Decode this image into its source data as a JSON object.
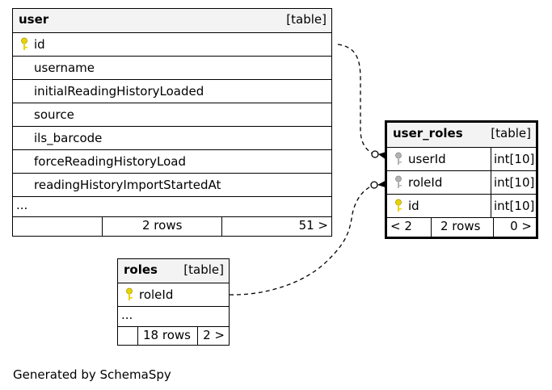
{
  "user": {
    "name": "user",
    "kind": "[table]",
    "columns": [
      "id",
      "username",
      "initialReadingHistoryLoaded",
      "source",
      "ils_barcode",
      "forceReadingHistoryLoad",
      "readingHistoryImportStartedAt"
    ],
    "ellipsis": "...",
    "footer": {
      "rows": "2 rows",
      "next": "51 >"
    }
  },
  "roles": {
    "name": "roles",
    "kind": "[table]",
    "columns": [
      "roleId"
    ],
    "ellipsis": "...",
    "footer": {
      "rows": "18 rows",
      "next": "2 >"
    }
  },
  "user_roles": {
    "name": "user_roles",
    "kind": "[table]",
    "columns": [
      {
        "name": "userId",
        "type": "int[10]"
      },
      {
        "name": "roleId",
        "type": "int[10]"
      },
      {
        "name": "id",
        "type": "int[10]"
      }
    ],
    "footer": {
      "prev": "< 2",
      "rows": "2 rows",
      "next": "0 >"
    }
  },
  "credit": "Generated by SchemaSpy",
  "colors": {
    "primary_key": "#e8d400",
    "foreign_key": "#b3b3b3",
    "header_bg": "#f3f3f3"
  }
}
